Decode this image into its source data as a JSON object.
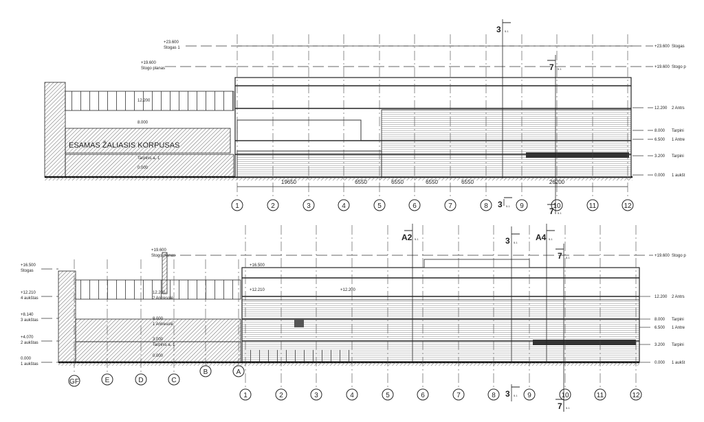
{
  "upper_section": {
    "building_label": "ESAMAS ŽALIASIS KORPUSAS",
    "left_levels": [
      {
        "value": "+23.600",
        "name": "Stogas 1"
      },
      {
        "value": "+19.600",
        "name": "Stogo planas"
      }
    ],
    "inner_levels": [
      {
        "value": "12.200",
        "name": ""
      },
      {
        "value": "8.000",
        "name": ""
      },
      {
        "value": "",
        "name": "Tarpinis a. 1"
      },
      {
        "value": "0.000",
        "name": ""
      }
    ],
    "right_levels": [
      {
        "value": "+23.600",
        "name": "Stogas"
      },
      {
        "value": "+19.600",
        "name": "Stogo p"
      },
      {
        "value": "12.200",
        "name": "2 Antrs"
      },
      {
        "value": "8.000",
        "name": "Tarpini"
      },
      {
        "value": "6.500",
        "name": "1 Antre"
      },
      {
        "value": "3.200",
        "name": "Tarpini"
      },
      {
        "value": "0.000",
        "name": "1 aukšt"
      }
    ],
    "dimensions": [
      "19650",
      "6550",
      "6550",
      "6550",
      "6550",
      "26200"
    ],
    "axes": [
      "1",
      "2",
      "3",
      "4",
      "5",
      "6",
      "7",
      "8",
      "9",
      "10",
      "11",
      "12"
    ],
    "section_marks": [
      {
        "label": "3",
        "sheet": "5.1"
      },
      {
        "label": "7",
        "sheet": "5.1"
      },
      {
        "label": "3",
        "sheet": "5.1"
      },
      {
        "label": "7",
        "sheet": "5.1"
      }
    ]
  },
  "lower_section": {
    "left_levels": [
      {
        "value": "+16.500",
        "name": "Stogas"
      },
      {
        "value": "+12.210",
        "name": "4 aukštas"
      },
      {
        "value": "+8.140",
        "name": "3 aukštas"
      },
      {
        "value": "+4.070",
        "name": "2 aukštas"
      },
      {
        "value": "0.000",
        "name": "1 aukštas"
      }
    ],
    "top_level": {
      "value": "+19.600",
      "name": "Stogo planas"
    },
    "inner_levels": [
      {
        "value": "+16.500",
        "name": ""
      },
      {
        "value": "+12.210",
        "name": ""
      },
      {
        "value": "+12.200",
        "name": ""
      },
      {
        "value": "12.200",
        "name": "2 Antresolė"
      },
      {
        "value": "8.000",
        "name": "1 Antresolė"
      },
      {
        "value": "3.000",
        "name": "Tarpinis a. 1"
      },
      {
        "value": "0.000",
        "name": ""
      }
    ],
    "right_levels": [
      {
        "value": "+19.600",
        "name": "Stogo p"
      },
      {
        "value": "12.200",
        "name": "2 Antrs"
      },
      {
        "value": "8.000",
        "name": "Tarpini"
      },
      {
        "value": "6.500",
        "name": "1 Antre"
      },
      {
        "value": "3.200",
        "name": "Tarpini"
      },
      {
        "value": "0.000",
        "name": "1 aukšt"
      }
    ],
    "axes": [
      "1",
      "2",
      "3",
      "4",
      "5",
      "6",
      "7",
      "8",
      "9",
      "10",
      "11",
      "12"
    ],
    "letter_axes": [
      "GF",
      "E",
      "D",
      "C",
      "B",
      "A"
    ],
    "section_marks": [
      {
        "label": "A2",
        "sheet": "5.1"
      },
      {
        "label": "3",
        "sheet": "5.1"
      },
      {
        "label": "A4",
        "sheet": "5.1"
      },
      {
        "label": "7",
        "sheet": "5.1"
      },
      {
        "label": "3",
        "sheet": "5.1"
      },
      {
        "label": "7",
        "sheet": "5.1"
      }
    ]
  },
  "colors": {
    "line": "#222222",
    "hatch": "#555555",
    "background": "#ffffff"
  }
}
